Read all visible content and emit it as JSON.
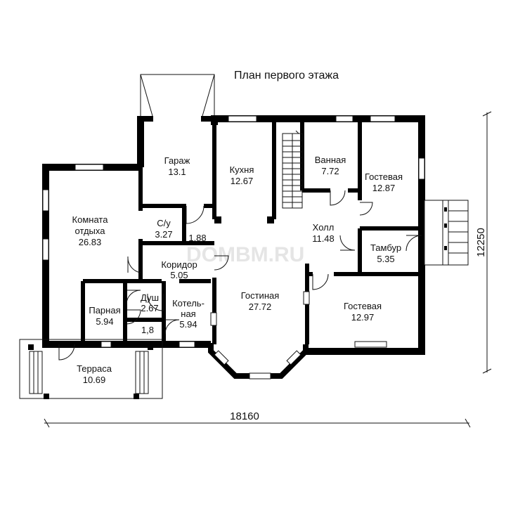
{
  "plan": {
    "title": "План первого этажа",
    "watermark": "DOMBM.RU",
    "dimension_width": "18160",
    "dimension_height": "12250"
  },
  "rooms": {
    "garage": {
      "name": "Гараж",
      "area": "13.1"
    },
    "kitchen": {
      "name": "Кухня",
      "area": "12.67"
    },
    "bathroom": {
      "name": "Ванная",
      "area": "7.72"
    },
    "guest_ne": {
      "name": "Гостевая",
      "area": "12.87"
    },
    "rest_room": {
      "name_line1": "Комната",
      "name_line2": "отдыха",
      "area": "26.83"
    },
    "wc": {
      "name": "С/у",
      "area": "3.27"
    },
    "closet": {
      "area": "1.88"
    },
    "hall": {
      "name": "Холл",
      "area": "11.48"
    },
    "vestibule": {
      "name": "Тамбур",
      "area": "5.35"
    },
    "corridor": {
      "name": "Коридор",
      "area": "5.05"
    },
    "living": {
      "name": "Гостиная",
      "area": "27.72"
    },
    "guest_se": {
      "name": "Гостевая",
      "area": "12.97"
    },
    "sauna": {
      "name": "Парная",
      "area": "5.94"
    },
    "shower": {
      "name": "Душ",
      "area": "2.67"
    },
    "boiler": {
      "name_line1": "Котель-",
      "name_line2": "ная",
      "area": "5.94"
    },
    "storage": {
      "area": "1,8"
    },
    "terrace": {
      "name": "Терраса",
      "area": "10.69"
    }
  },
  "colors": {
    "wall": "#000000",
    "line": "#111111",
    "background": "#ffffff"
  }
}
